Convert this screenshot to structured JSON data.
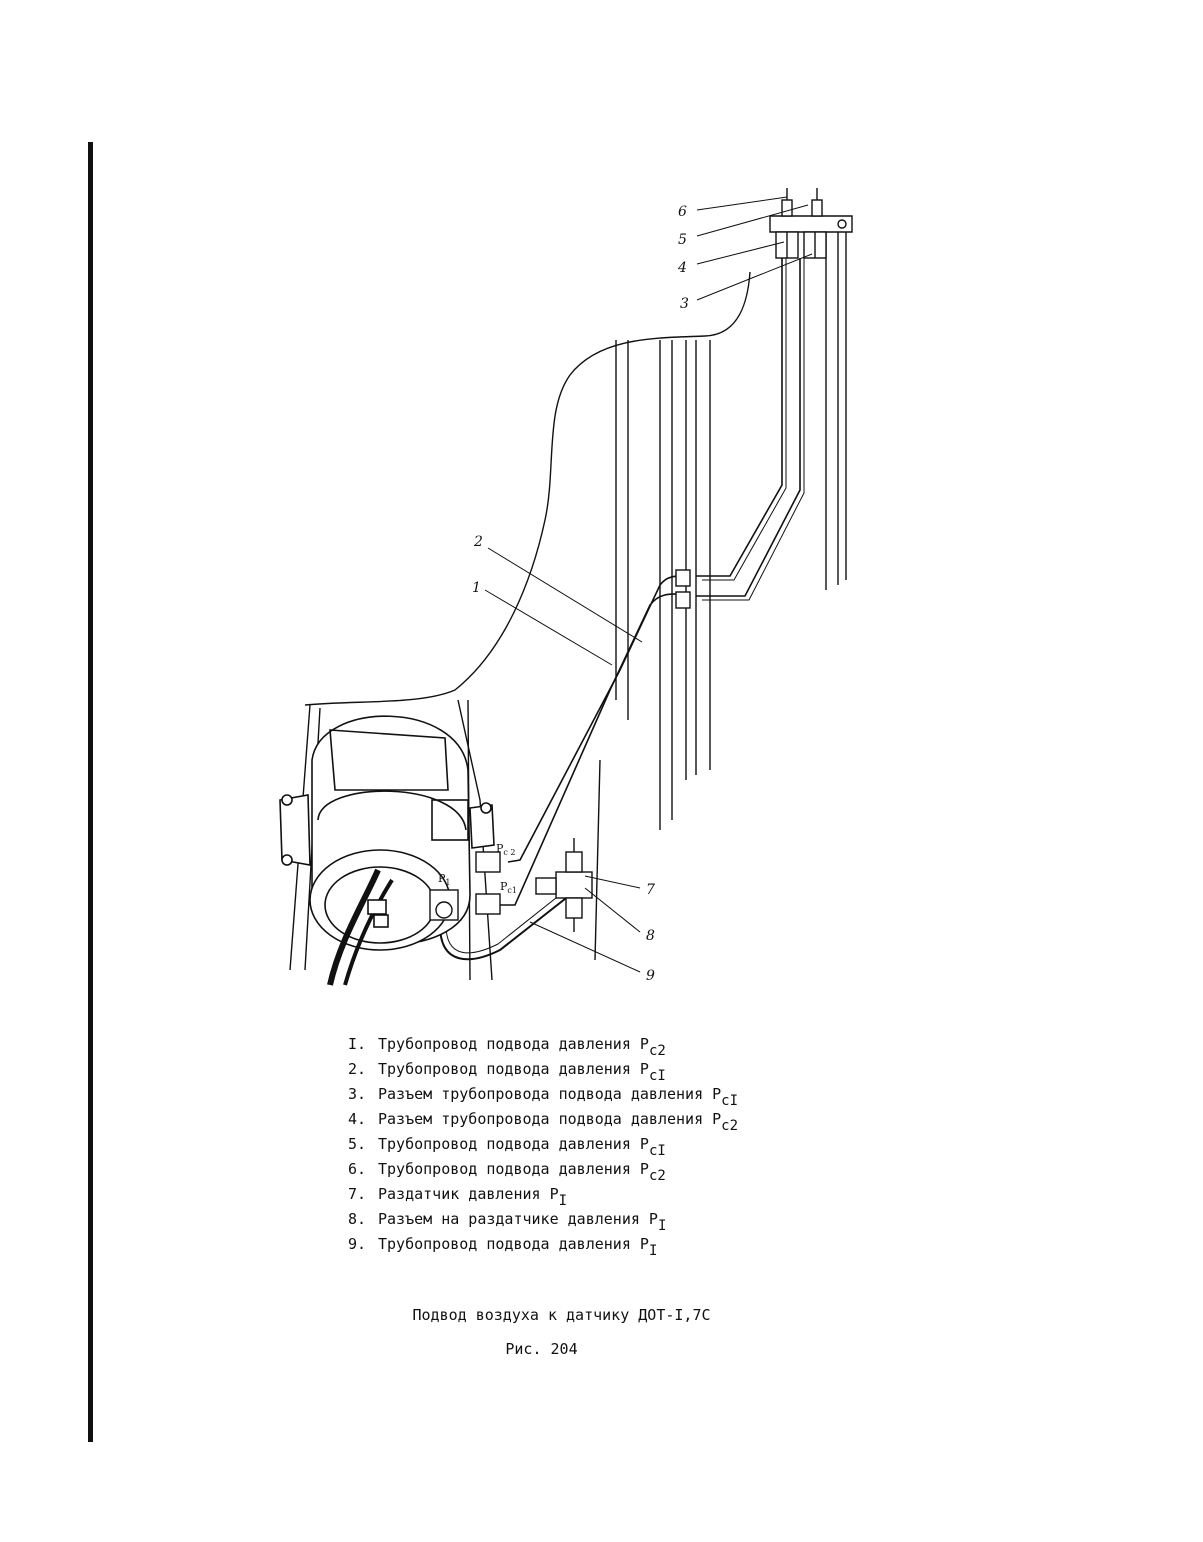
{
  "callouts": [
    "6",
    "5",
    "4",
    "3",
    "2",
    "1",
    "7",
    "8",
    "9"
  ],
  "port_labels": {
    "pc2": {
      "main": "P",
      "sub": "c 2"
    },
    "pc1": {
      "main": "P",
      "sub": "c1"
    },
    "p1": {
      "main": "P",
      "sub": "1"
    }
  },
  "legend": [
    {
      "num": "I.",
      "text": "Трубопровод подвода давления P",
      "sub": "c2"
    },
    {
      "num": "2.",
      "text": "Трубопровод подвода давления P",
      "sub": "cI"
    },
    {
      "num": "3.",
      "text": "Разъем трубопровода подвода давления P",
      "sub": "cI"
    },
    {
      "num": "4.",
      "text": "Разъем трубопровода подвода давления P",
      "sub": "c2"
    },
    {
      "num": "5.",
      "text": "Трубопровод подвода давления P",
      "sub": "cI"
    },
    {
      "num": "6.",
      "text": "Трубопровод подвода давления P",
      "sub": "c2"
    },
    {
      "num": "7.",
      "text": "Раздатчик давления P",
      "sub": "I"
    },
    {
      "num": "8.",
      "text": "Разъем на раздатчике давления P",
      "sub": "I"
    },
    {
      "num": "9.",
      "text": "Трубопровод подвода давления P",
      "sub": "I"
    }
  ],
  "caption": {
    "title": "Подвод воздуха к датчику ДОТ-I,7С",
    "figure": "Рис. 204"
  }
}
